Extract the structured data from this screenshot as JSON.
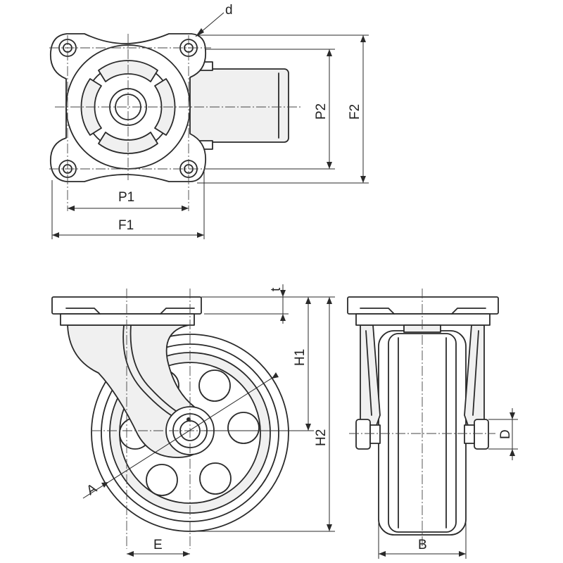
{
  "labels": {
    "d": "d",
    "P1": "P1",
    "F1": "F1",
    "P2": "P2",
    "F2": "F2",
    "t": "t",
    "H1": "H1",
    "H2": "H2",
    "A": "A",
    "E": "E",
    "B": "B",
    "D": "D"
  },
  "colors": {
    "line": "#2a2a2a",
    "fill": "#f0f0f0",
    "background": "#ffffff"
  }
}
